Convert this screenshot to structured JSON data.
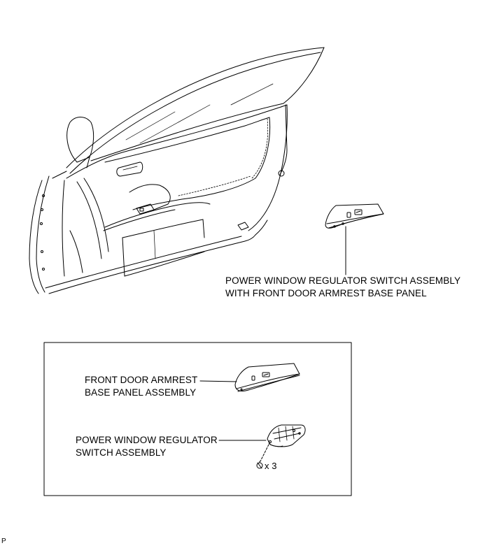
{
  "labels": {
    "main_assembly": {
      "line1": "POWER WINDOW REGULATOR SWITCH ASSEMBLY",
      "line2": "WITH FRONT DOOR ARMREST BASE PANEL"
    },
    "base_panel": {
      "line1": "FRONT DOOR ARMREST",
      "line2": "BASE PANEL ASSEMBLY"
    },
    "switch": {
      "line1": "POWER WINDOW REGULATOR",
      "line2": "SWITCH ASSEMBLY"
    },
    "screw_quantity": "x 3"
  },
  "figure_code": "P",
  "icons": [
    "car-door-illustration",
    "switch-panel-illustration",
    "armrest-panel-illustration",
    "switch-unit-illustration",
    "screw-icon"
  ],
  "colors": {
    "line": "#000000",
    "background": "#ffffff"
  }
}
